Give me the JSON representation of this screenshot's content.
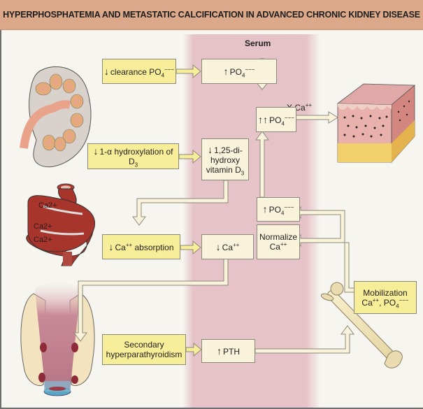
{
  "title": "HYPERPHOSPHATEMIA AND METASTATIC CALCIFICATION IN ADVANCED CHRONIC KIDNEY DISEASE",
  "serum_label": "Serum",
  "colors": {
    "header": "#dba88a",
    "serum_band": "#e6c3c9",
    "yellow_box": "#f8ed99",
    "cream_box": "#faf3dc",
    "background": "#f6f5f0"
  },
  "boxes": {
    "clearance": {
      "arrow": "↓",
      "text": "clearance PO",
      "sub": "4",
      "sup": "−−−"
    },
    "po4_up": {
      "arrow": "↑",
      "text": "PO",
      "sub": "4",
      "sup": "−−−"
    },
    "po4_double_up": {
      "arrow": "↑↑",
      "text": "PO",
      "sub": "4",
      "sup": "−−−"
    },
    "hydroxylation": {
      "arrow": "↓",
      "text": "1-α hydroxylation of D",
      "sub": "3"
    },
    "vitd": {
      "arrow": "↓",
      "line1": "1,25-di-",
      "line2": "hydroxy",
      "line3": "vitamin D",
      "sub": "3"
    },
    "po4_up_lower": {
      "arrow": "↑",
      "text": "PO",
      "sub": "4",
      "sup": "−−−"
    },
    "normalize": {
      "line1": "Normalize",
      "line2": "Ca",
      "sup": "++"
    },
    "ca_absorption": {
      "arrow": "↓",
      "text": "Ca",
      "sup": "++",
      "text2": " absorption"
    },
    "ca_down": {
      "arrow": "↓",
      "text": "Ca",
      "sup": "++"
    },
    "hyperpara": {
      "line1": "Secondary",
      "line2": "hyperparathyroidism"
    },
    "pth": {
      "arrow": "↑",
      "text": "PTH"
    },
    "mobilization": {
      "line1": "Mobilization",
      "line2a": "Ca",
      "sup1": "++",
      "line2b": ", PO",
      "sub": "4",
      "sup2": "−−−"
    }
  },
  "arrow_labels": {
    "x_ca": "X Ca",
    "x_ca_sup": "++"
  },
  "intestine_labels": [
    "Ca2+",
    "Ca2+",
    "Ca2+"
  ],
  "illustrations": [
    "kidney",
    "intestine",
    "parathyroid-thyroid",
    "bone",
    "calcified-tissue-block"
  ]
}
